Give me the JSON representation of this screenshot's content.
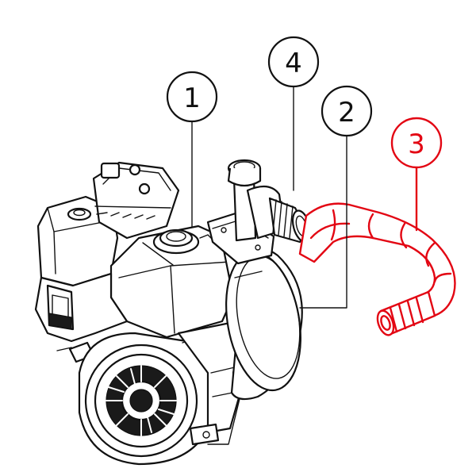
{
  "colors": {
    "highlight": "#e30613",
    "line": "#111111",
    "background": "#ffffff"
  },
  "callouts": [
    {
      "id": "1",
      "label": "1",
      "highlighted": false
    },
    {
      "id": "2",
      "label": "2",
      "highlighted": false
    },
    {
      "id": "3",
      "label": "3",
      "highlighted": true
    },
    {
      "id": "4",
      "label": "4",
      "highlighted": false
    }
  ]
}
